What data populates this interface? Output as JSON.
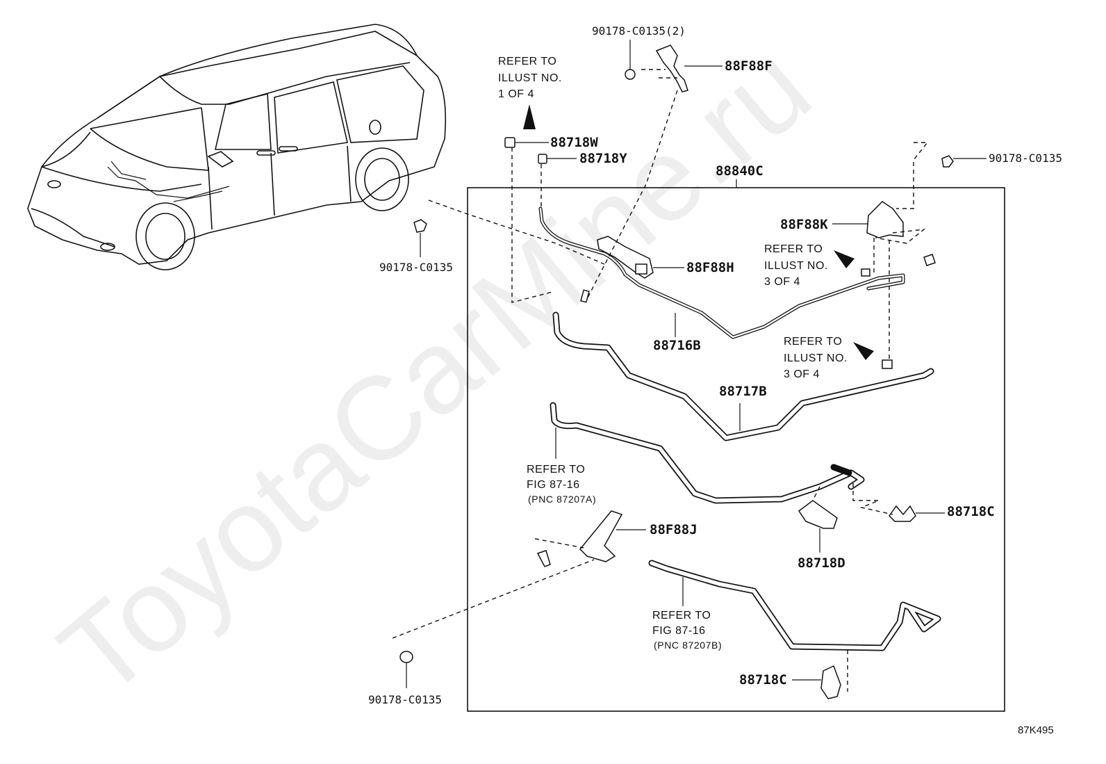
{
  "watermark": "ToyotaCarMine.ru",
  "diagram_id": "87K495",
  "group_code": "88840C",
  "labels": {
    "clip_top": "90178-C0135(2)",
    "bracket_f": "88F88F",
    "grommet_w": "88718W",
    "grommet_y": "88718Y",
    "clip_right": "90178-C0135",
    "clip_left": "90178-C0135",
    "bracket_k": "88F88K",
    "bracket_h": "88F88H",
    "tube_b": "88716B",
    "hose_b": "88717B",
    "bracket_j": "88F88J",
    "clamp_c_right": "88718C",
    "clamp_d": "88718D",
    "clamp_c_bottom": "88718C",
    "clip_bottom": "90178-C0135"
  },
  "refs": {
    "illust_1": [
      "REFER TO",
      "ILLUST NO.",
      "1 OF 4"
    ],
    "illust_3a": [
      "REFER TO",
      "ILLUST NO.",
      "3 OF 4"
    ],
    "illust_3b": [
      "REFER TO",
      "ILLUST NO.",
      "3 OF 4"
    ],
    "fig_a": [
      "REFER TO",
      "FIG 87-16",
      "(PNC 87207A)"
    ],
    "fig_b": [
      "REFER TO",
      "FIG 87-16",
      "(PNC 87207B)"
    ]
  }
}
